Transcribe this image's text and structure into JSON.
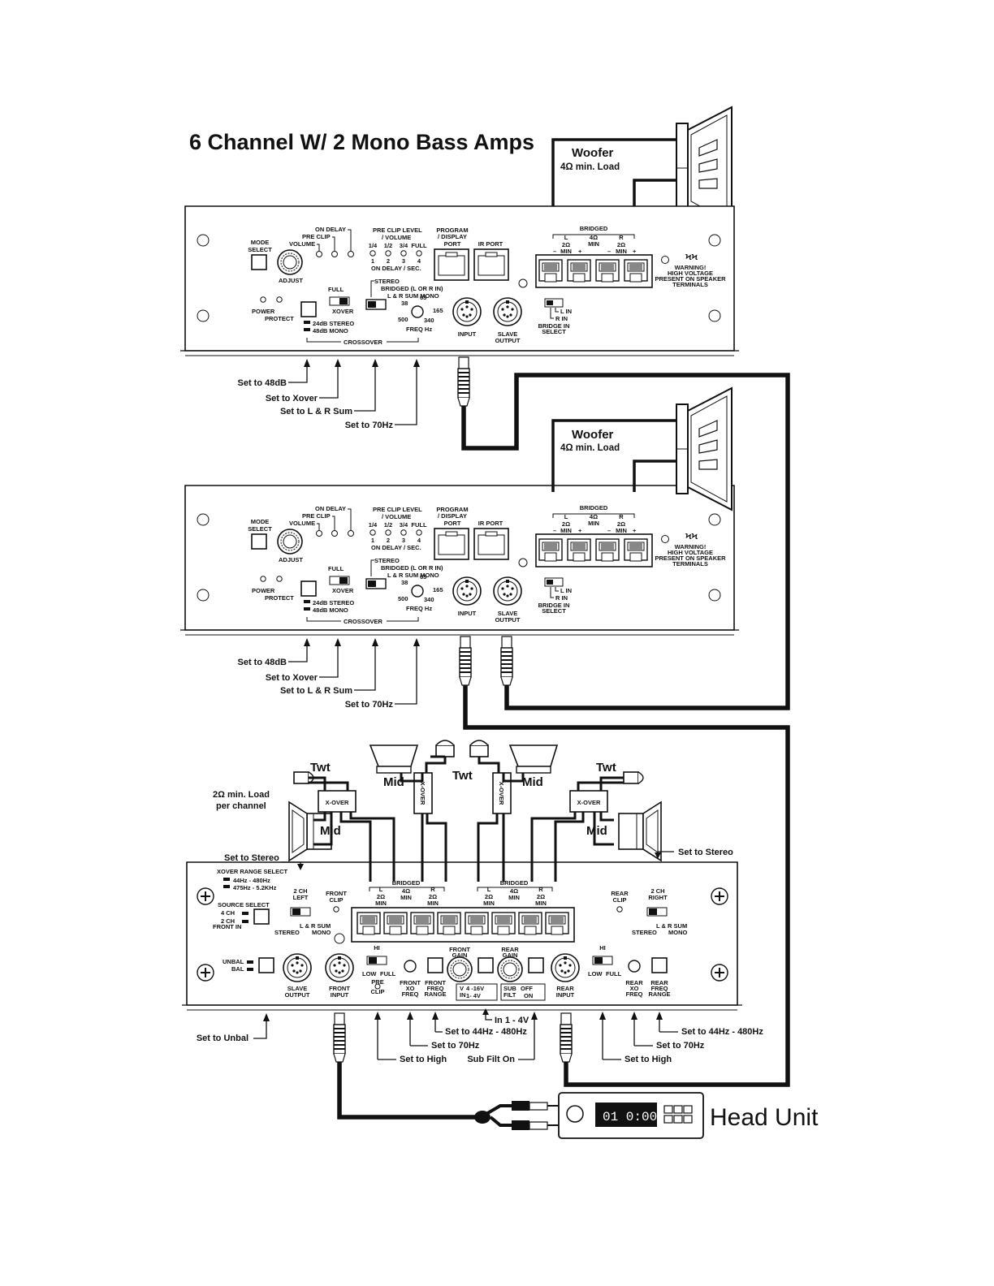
{
  "title": "6 Channel W/ 2 Mono Bass Amps",
  "colors": {
    "ink": "#111111",
    "paper": "#ffffff",
    "display_bg": "#111111"
  },
  "woofer": {
    "label": "Woofer",
    "load": "4Ω min. Load"
  },
  "mono_amp": {
    "mode_select": "MODE\nSELECT",
    "volume": "VOLUME",
    "pre_clip": "PRE CLIP",
    "on_delay": "ON DELAY",
    "adjust": "ADJUST",
    "pre_clip_level": "PRE CLIP LEVEL",
    "slash_volume": "/ VOLUME",
    "fractions": [
      "1/4",
      "1/2",
      "3/4",
      "FULL"
    ],
    "delay_nums": [
      "1",
      "2",
      "3",
      "4"
    ],
    "on_delay_sec": "ON DELAY / SEC.",
    "program": "PROGRAM",
    "display": "/ DISPLAY",
    "port": "PORT",
    "ir_port": "IR PORT",
    "bridged": "BRIDGED",
    "l": "L",
    "r": "R",
    "ohm4": "4Ω",
    "min": "MIN",
    "ohm2": "2Ω",
    "warning": [
      "WARNING!",
      "HIGH VOLTAGE",
      "PRESENT ON SPEAKER",
      "TERMINALS"
    ],
    "power": "POWER",
    "protect": "PROTECT",
    "full": "FULL",
    "xover": "XOVER",
    "stereo": "STEREO",
    "bridged_lr": "BRIDGED (L OR R IN)",
    "lr_sum_mono": "L & R SUM MONO",
    "freqs": [
      "38",
      "65",
      "165",
      "500",
      "340"
    ],
    "freq_hz": "FREQ Hz",
    "db24": "24dB STEREO",
    "db48": "48dB MONO",
    "crossover": "CROSSOVER",
    "input": "INPUT",
    "slave_output": "SLAVE\nOUTPUT",
    "l_in": "L IN",
    "r_in": "R IN",
    "bridge_in_select": "BRIDGE IN\nSELECT"
  },
  "amp1_callouts": [
    "Set to 48dB",
    "Set to Xover",
    "Set to L & R Sum",
    "Set to 70Hz"
  ],
  "amp2_callouts": [
    "Set to 48dB",
    "Set to Xover",
    "Set to L & R Sum",
    "Set to 70Hz"
  ],
  "speakers": {
    "twt": "Twt",
    "mid": "Mid",
    "xover_box": "X-OVER",
    "load_note_1": "2Ω min. Load",
    "load_note_2": "per channel"
  },
  "six_ch_amp": {
    "set_to_stereo": "Set to Stereo",
    "xover_range_select": "XOVER RANGE SELECT",
    "range_low": "44Hz - 480Hz",
    "range_high": "475Hz - 5.2KHz",
    "source_select": "SOURCE SELECT",
    "ch4": "4 CH",
    "ch2": "2 CH",
    "front_in": "FRONT IN",
    "left_2ch": "2 CH\nLEFT",
    "right_2ch": "2 CH\nRIGHT",
    "front_clip": "FRONT\nCLIP",
    "rear_clip": "REAR\nCLIP",
    "stereo": "STEREO",
    "lr_sum": "L & R SUM",
    "mono": "MONO",
    "unbal": "UNBAL",
    "bal": "BAL",
    "slave_output": "SLAVE\nOUTPUT",
    "front_input": "FRONT\nINPUT",
    "rear_input": "REAR\nINPUT",
    "hi": "HI",
    "low": "LOW",
    "full": "FULL",
    "pre_clip": "PRE\nCLIP",
    "front_xo_freq": "FRONT\nXO\nFREQ",
    "front_freq_range": "FRONT\nFREQ\nRANGE",
    "front_gain": "FRONT\nGAIN",
    "rear_gain": "REAR\nGAIN",
    "rear_xo_freq": "REAR\nXO\nFREQ",
    "rear_freq_range": "REAR\nFREQ\nRANGE",
    "v_in": "V\nIN",
    "v_4_16": "4 -16V",
    "v_1_4": "1- 4V",
    "sub_filt": "SUB\nFILT",
    "off": "OFF",
    "on": "ON"
  },
  "bottom_callouts": {
    "set_to_unbal": "Set to Unbal",
    "in_1_4v": "In 1 - 4V",
    "set_to_44hz_front": "Set to 44Hz - 480Hz",
    "set_to_70hz_front": "Set to 70Hz",
    "set_to_high_front": "Set to High",
    "sub_filt_on": "Sub Filt On",
    "set_to_44hz_rear": "Set to 44Hz - 480Hz",
    "set_to_70hz_rear": "Set to 70Hz",
    "set_to_high_rear": "Set to High"
  },
  "head_unit": {
    "display": "01  0:00",
    "label": "Head Unit"
  }
}
